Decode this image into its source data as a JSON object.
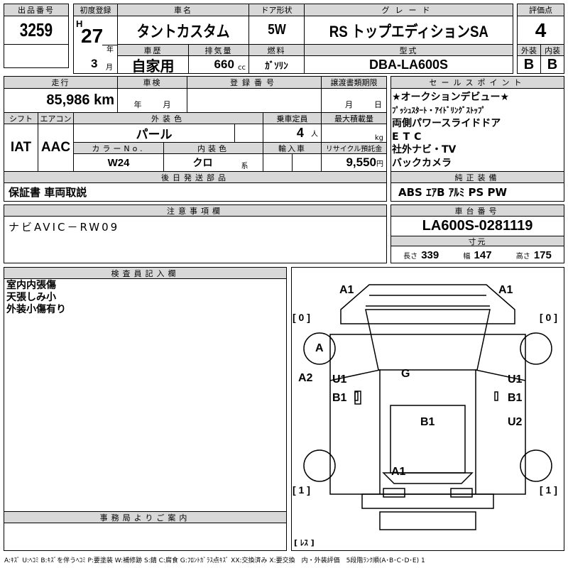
{
  "lot": {
    "label": "出品番号",
    "value": "3259"
  },
  "header": {
    "first_reg_label": "初度登録",
    "era": "H",
    "year": "27",
    "year_unit": "年",
    "month": "3",
    "month_unit": "月",
    "car_name_label": "車名",
    "car_name": "タントカスタム",
    "door_label": "ドア形状",
    "door": "5W",
    "grade_label": "グレード",
    "grade": "RS トップエディションSA",
    "history_label": "車歴",
    "history": "自家用",
    "displacement_label": "排気量",
    "displacement": "660",
    "displacement_unit": "cc",
    "fuel_label": "燃料",
    "fuel": "ｶﾞｿﾘﾝ",
    "model_label": "型式",
    "model": "DBA-LA600S"
  },
  "score": {
    "label": "評価点",
    "value": "4",
    "exterior_label": "外装",
    "interior_label": "内装",
    "exterior": "B",
    "interior": "B"
  },
  "details": {
    "mileage_label": "走行",
    "mileage": "85,986 km",
    "inspection_label": "車検",
    "year_unit": "年",
    "month_unit": "月",
    "reg_no_label": "登録番号",
    "transfer_label": "譲渡書類期限",
    "day_unit": "日",
    "shift_label": "シフト",
    "shift": "IAT",
    "ac_label": "エアコン",
    "ac": "AAC",
    "color_label": "外装色",
    "color": "パール",
    "capacity_label": "乗車定員",
    "capacity": "4",
    "capacity_unit": "人",
    "load_label": "最大積載量",
    "load_unit": "kg",
    "color_no_label": "カラーNo.",
    "color_no": "W24",
    "interior_color_label": "内装色",
    "interior_color": "クロ",
    "interior_color_unit": "系",
    "import_label": "輸入車",
    "recycle_label": "リサイクル預託金",
    "recycle": "9,550",
    "recycle_unit": "円",
    "later_parts_label": "後日発送部品",
    "later_parts": "保証書 車両取説"
  },
  "sales": {
    "label": "セールスポイント",
    "items": [
      "★オークションデビュー★",
      "ﾌﾟｯｼｭｽﾀｰﾄ・ｱｲﾄﾞﾘﾝｸﾞｽﾄｯﾌﾟ",
      "両側パワースライドドア",
      "ETC",
      "社外ナビ・TV",
      "バックカメラ"
    ],
    "equip_label": "純正装備",
    "equip": "ABS ｴｱB ｱﾙﾐ PS PW"
  },
  "notes": {
    "label": "注意事項欄",
    "value": "ナビAVIC－RW09"
  },
  "chassis": {
    "label": "車台番号",
    "value": "LA600S-0281119",
    "dims_label": "寸元",
    "length_label": "長さ",
    "length": "339",
    "width_label": "幅",
    "width": "147",
    "height_label": "高さ",
    "height": "175"
  },
  "inspector": {
    "label": "検査員記入欄",
    "lines": [
      "室内内張傷",
      "天張しみ小",
      "外装小傷有り"
    ],
    "office_label": "事務局よりご案内"
  },
  "diagram": {
    "marks": [
      "A1",
      "A1",
      "A",
      "A2",
      "U1",
      "B1",
      "G",
      "U1",
      "B1",
      "B1",
      "U2",
      "A1"
    ],
    "tires": [
      "[ 0 ]",
      "[ 0 ]",
      "[ 1 ]",
      "[ 1 ]"
    ],
    "spare": "[ ﾚｽ ]"
  },
  "legend": "A:ｷｽﾞ U:ﾍｺﾐ B:ｷｽﾞを伴うﾍｺﾐ P:要塗装 W:補修跡 S:錆 C:腐食 G:ﾌﾛﾝﾄｶﾞﾗｽ点ｷｽﾞ XX:交換済み X:要交換　内・外装評価　5段階ﾗﾝｸ順(A･B･C･D･E) 1"
}
